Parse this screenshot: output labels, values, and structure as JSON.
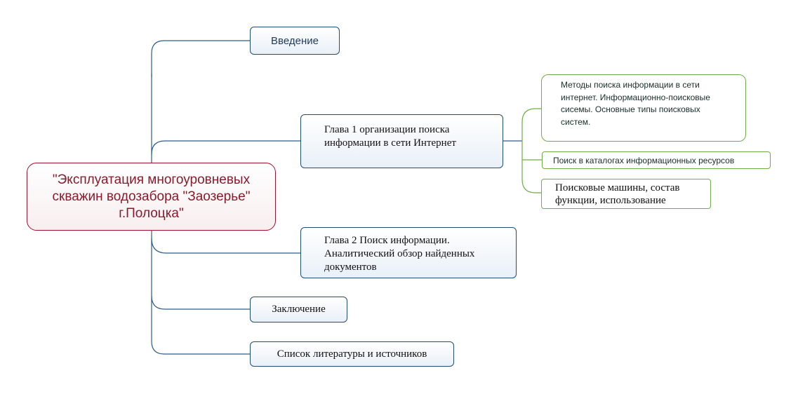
{
  "central": {
    "label": "\"Эксплуатация многоуровневых скважин водозабора \"Заозерье\" г.Полоцка\""
  },
  "branches": {
    "intro": "Введение",
    "chapter1": "Глава 1 организации поиска информации в сети Интернет",
    "chapter2": "Глава 2 Поиск информации. Аналитический обзор найденных документов",
    "conclusion": "Заключение",
    "references": "Список литературы и источников"
  },
  "chapter1_children": {
    "methods": "Методы поиска  информации в сети интернет. Информационно-поисковые сисемы. Основные типы поисковых систем.",
    "catalogs": "Поиск в каталогах информационных ресурсов",
    "engines": "Поисковые машины, состав функции, использование"
  },
  "colors": {
    "central_border": "#a0102a",
    "central_text": "#8b1a2b",
    "branch_border": "#1f4e79",
    "connector_blue": "#2e5c8a",
    "subtopic_border": "#70ad47"
  }
}
